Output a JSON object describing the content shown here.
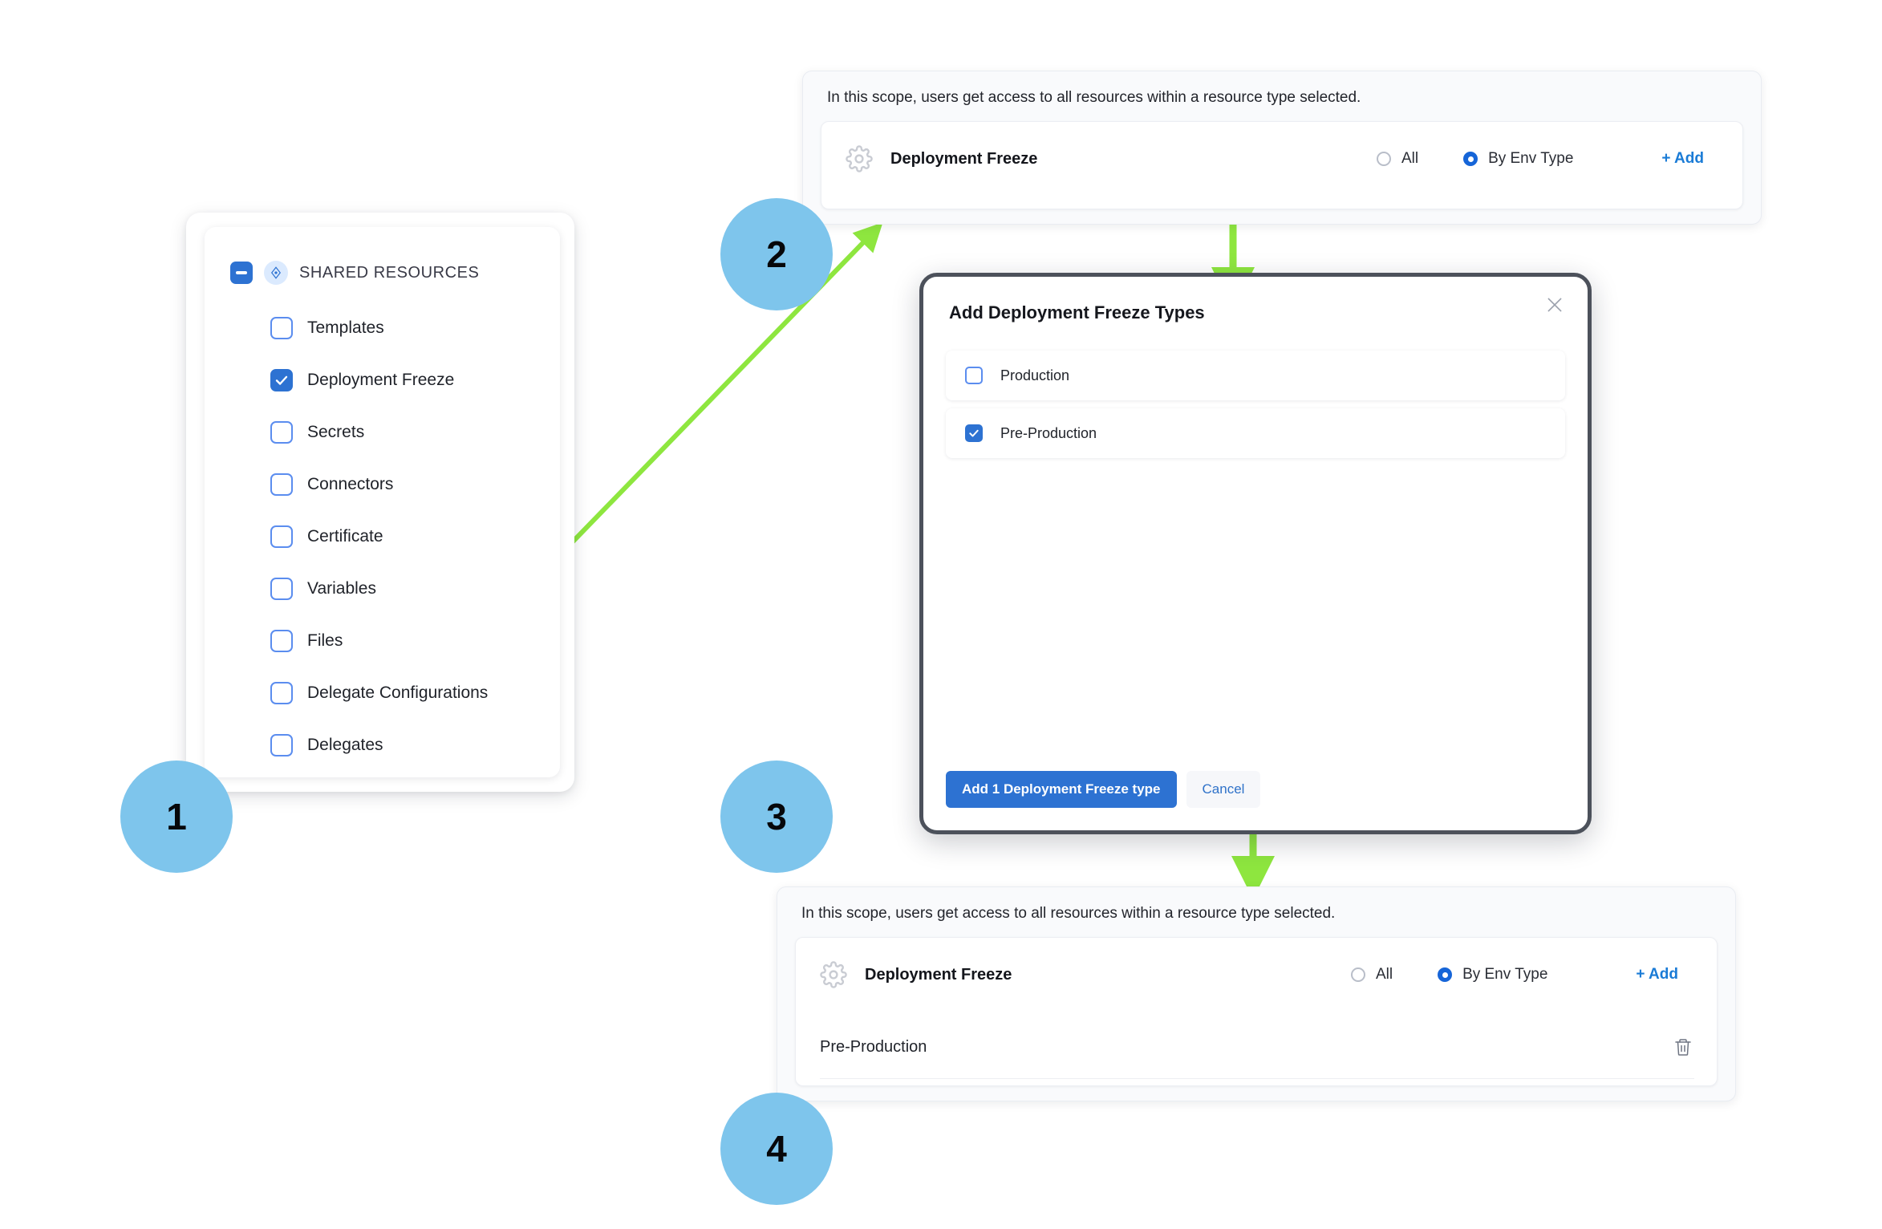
{
  "accent": {
    "checkbox_blue": "#2d72d2",
    "radio_blue": "#1665d8",
    "link_blue": "#1a7bd6",
    "badge_blue": "#7ec5ec",
    "arrow_green": "#8ee63f",
    "modal_border": "#4c515b"
  },
  "steps": [
    {
      "number": "1"
    },
    {
      "number": "2"
    },
    {
      "number": "3"
    },
    {
      "number": "4"
    }
  ],
  "shared_resources": {
    "header_label": "SHARED RESOURCES",
    "header_checkbox_state": "indeterminate",
    "header_icon": "resource-nodes-icon",
    "items": [
      {
        "label": "Templates",
        "checked": false
      },
      {
        "label": "Deployment Freeze",
        "checked": true
      },
      {
        "label": "Secrets",
        "checked": false
      },
      {
        "label": "Connectors",
        "checked": false
      },
      {
        "label": "Certificate",
        "checked": false
      },
      {
        "label": "Variables",
        "checked": false
      },
      {
        "label": "Files",
        "checked": false
      },
      {
        "label": "Delegate Configurations",
        "checked": false
      },
      {
        "label": "Delegates",
        "checked": false
      }
    ]
  },
  "scope_before": {
    "note": "In this scope, users get access to all resources within a resource type selected.",
    "resource_icon": "gear-icon",
    "resource_name": "Deployment Freeze",
    "options": [
      {
        "label": "All",
        "selected": false
      },
      {
        "label": "By Env Type",
        "selected": true
      }
    ],
    "add_label": "+ Add",
    "items": []
  },
  "modal": {
    "title": "Add Deployment Freeze Types",
    "close_icon": "close-icon",
    "options": [
      {
        "label": "Production",
        "checked": false
      },
      {
        "label": "Pre-Production",
        "checked": true
      }
    ],
    "primary_button": "Add 1 Deployment Freeze type",
    "secondary_button": "Cancel"
  },
  "scope_after": {
    "note": "In this scope, users get access to all resources within a resource type selected.",
    "resource_icon": "gear-icon",
    "resource_name": "Deployment Freeze",
    "options": [
      {
        "label": "All",
        "selected": false
      },
      {
        "label": "By Env Type",
        "selected": true
      }
    ],
    "add_label": "+ Add",
    "items": [
      {
        "label": "Pre-Production",
        "delete_icon": "trash-icon"
      }
    ]
  }
}
